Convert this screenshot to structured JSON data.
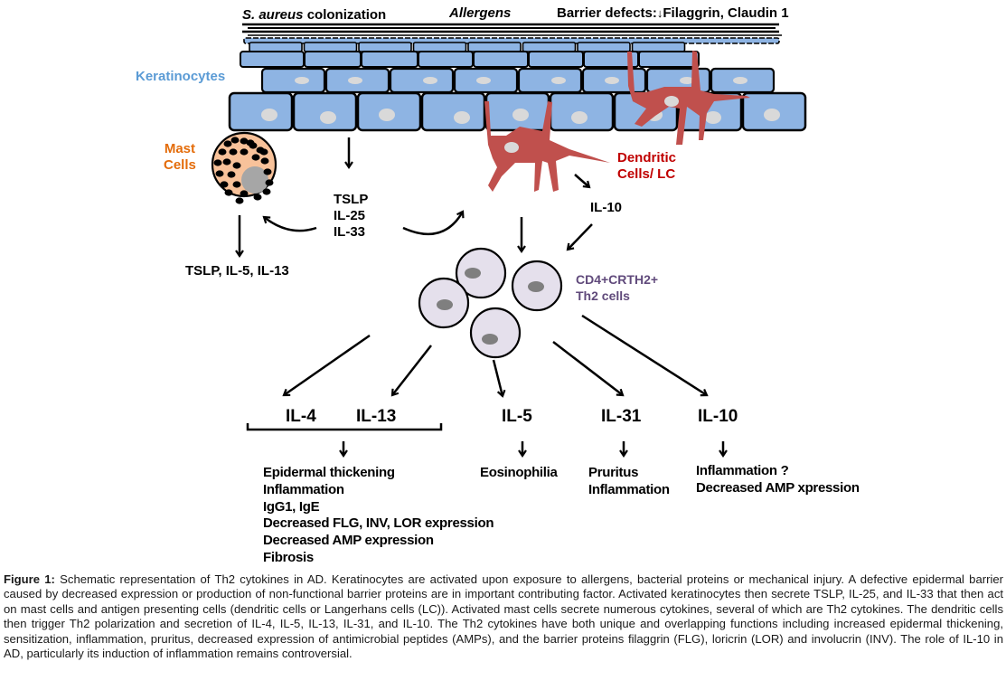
{
  "figure": {
    "top_labels": {
      "s_aureus_italic": "S. aureus",
      "s_aureus_rest": "colonization",
      "allergens": "Allergens",
      "barrier": "Barrier defects:",
      "barrier_arrow": "↓",
      "barrier_rest": "Filaggrin, Claudin 1"
    },
    "cell_labels": {
      "keratinocytes": "Keratinocytes",
      "mast_cells": [
        "Mast",
        "Cells"
      ],
      "dendritic_cells": [
        "Dendritic",
        "Cells/ LC"
      ],
      "th2_cells": [
        "CD4+CRTH2+",
        "Th2 cells"
      ]
    },
    "cytokines": {
      "keratinocyte_secreted": [
        "TSLP",
        "IL-25",
        "IL-33"
      ],
      "mast_cell_secreted": "TSLP, IL-5, IL-13",
      "dc_secreted": "IL-10"
    },
    "th2_outputs": [
      {
        "name": "IL-4",
        "effects": []
      },
      {
        "name": "IL-13",
        "effects": []
      },
      {
        "name": "IL-5",
        "effects": [
          "Eosinophilia"
        ]
      },
      {
        "name": "IL-31",
        "effects": [
          "Pruritus",
          "Inflammation"
        ]
      },
      {
        "name": "IL-10",
        "effects": [
          "Inflammation ?",
          "Decreased AMP xpression"
        ]
      }
    ],
    "il4_il13_effects": [
      "Epidermal thickening",
      "Inflammation",
      "IgG1, IgE",
      "Decreased FLG, INV, LOR expression",
      "Decreased AMP expression",
      "Fibrosis"
    ],
    "colors": {
      "keratinocyte_fill": "#8eb4e3",
      "keratinocyte_label": "#5b9bd5",
      "mast_cell_fill": "#f8c29a",
      "mast_label": "#e46c0a",
      "dendritic_fill": "#c0504d",
      "dendritic_label": "#c00000",
      "th2_fill": "#e5e0ec",
      "th2_label": "#604a7b",
      "nucleus_light": "#d9d9d9",
      "nucleus_dark": "#7f7f7f"
    }
  },
  "caption": {
    "label": "Figure 1:",
    "text": " Schematic representation of Th2 cytokines in AD. Keratinocytes are activated upon exposure to allergens, bacterial proteins or mechanical injury. A defective epidermal barrier caused by decreased expression or production of non-functional barrier proteins are in important contributing factor. Activated keratinocytes then secrete TSLP, IL-25, and IL-33 that then act on mast cells and antigen presenting cells (dendritic cells or Langerhans cells (LC)). Activated mast cells secrete numerous cytokines, several of which are Th2 cytokines. The dendritic cells then trigger Th2 polarization and secretion of IL-4, IL-5, IL-13, IL-31, and IL-10. The Th2 cytokines have both unique and overlapping functions including increased epidermal thickening, sensitization, inflammation, pruritus, decreased expression of antimicrobial peptides (AMPs), and the barrier proteins filaggrin (FLG), loricrin (LOR) and involucrin (INV). The role of IL-10 in AD, particularly its induction of inflammation remains controversial."
  }
}
